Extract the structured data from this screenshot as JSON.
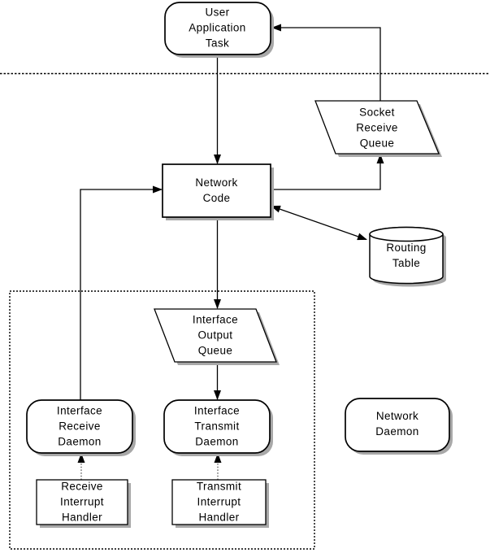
{
  "diagram": {
    "nodes": {
      "user_application_task": {
        "label": "User\nApplication\nTask",
        "shape": "rounded-rect"
      },
      "socket_receive_queue": {
        "label": "Socket\nReceive\nQueue",
        "shape": "parallelogram"
      },
      "network_code": {
        "label": "Network\nCode",
        "shape": "rect"
      },
      "routing_table": {
        "label": "Routing\nTable",
        "shape": "cylinder"
      },
      "interface_output_queue": {
        "label": "Interface\nOutput\nQueue",
        "shape": "parallelogram"
      },
      "interface_receive_daemon": {
        "label": "Interface\nReceive\nDaemon",
        "shape": "rounded-rect"
      },
      "interface_transmit_daemon": {
        "label": "Interface\nTransmit\nDaemon",
        "shape": "rounded-rect"
      },
      "network_daemon": {
        "label": "Network\nDaemon",
        "shape": "rounded-rect"
      },
      "receive_interrupt_handler": {
        "label": "Receive\nInterrupt\nHandler",
        "shape": "rect"
      },
      "transmit_interrupt_handler": {
        "label": "Transmit\nInterrupt\nHandler",
        "shape": "rect"
      }
    },
    "colors": {
      "node_fill": "#ffffff",
      "node_stroke": "#000000",
      "shadow": "#a8a8a8",
      "background": "#ffffff"
    }
  }
}
